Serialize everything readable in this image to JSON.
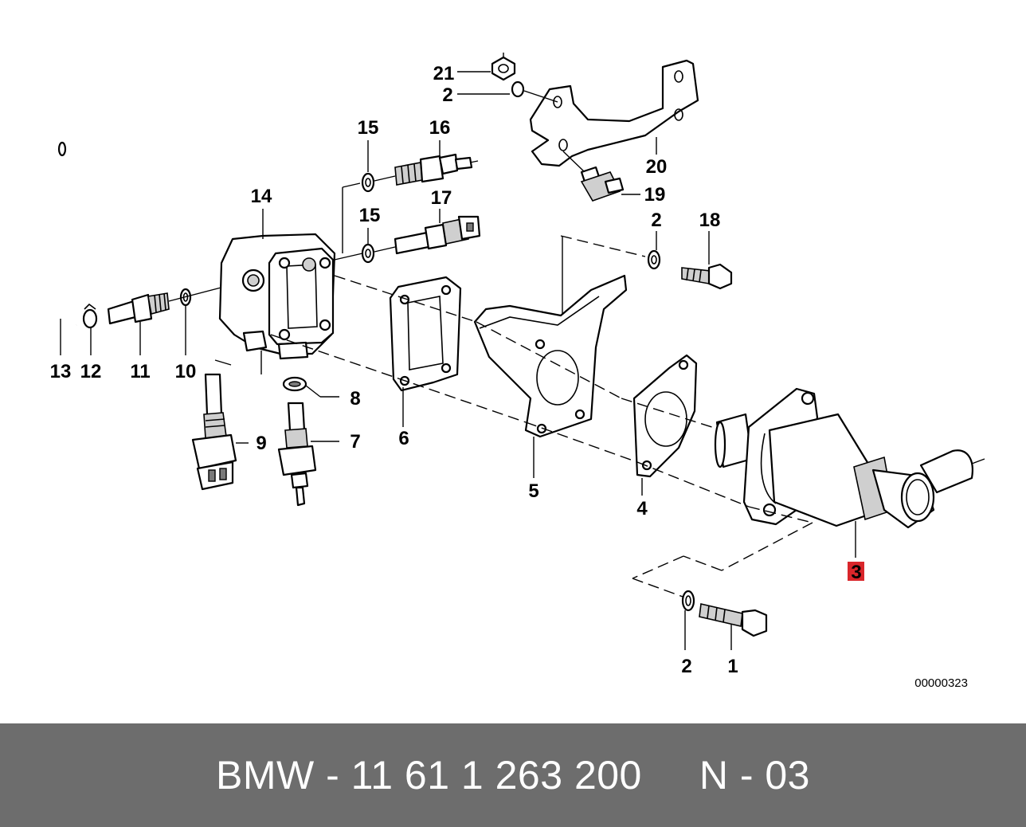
{
  "callouts": {
    "c21": "21",
    "c2a": "2",
    "c15a": "15",
    "c16": "16",
    "c14": "14",
    "c17": "17",
    "c15b": "15",
    "c20": "20",
    "c19": "19",
    "c2b": "2",
    "c18": "18",
    "c13": "13",
    "c12": "12",
    "c11": "11",
    "c10": "10",
    "c9": "9",
    "c8": "8",
    "c7": "7",
    "c6": "6",
    "c5": "5",
    "c4": "4",
    "c3": "3",
    "c2c": "2",
    "c1": "1"
  },
  "highlight_color": "#d9262b",
  "reference_number": "00000323",
  "footer": {
    "text": "BMW - 11 61 1 263 200     N - 03",
    "background": "#6d6d6d"
  }
}
